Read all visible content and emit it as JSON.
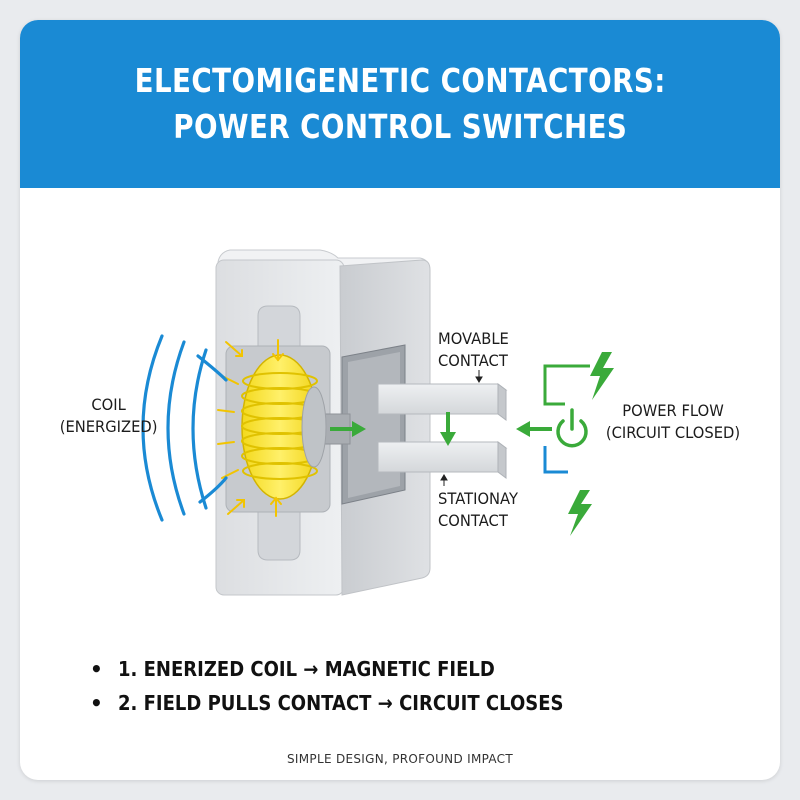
{
  "header": {
    "title_line1": "ELECTOMIGENETIC CONTACTORS:",
    "title_line2": "POWER CONTROL SWITCHES"
  },
  "labels": {
    "coil": [
      "COIL",
      "(ENERGIZED)"
    ],
    "movable_contact": [
      "MOVABLE",
      "CONTACT"
    ],
    "stationary_contact": [
      "STATIONAY",
      "CONTACT"
    ],
    "power_flow": [
      "POWER FLOW",
      "(CIRCUIT CLOSED)"
    ]
  },
  "steps": [
    "1. ENERIZED COIL → MAGNETIC FIELD",
    "2. FIELD PULLS CONTACT → CIRCUIT CLOSES"
  ],
  "footer": {
    "tagline": "SIMPLE DESIGN, PROFOUND IMPACT"
  },
  "colors": {
    "header_bg": "#1a8ad4",
    "field_lines": "#1a8ad4",
    "coil": "#f5e22a",
    "power_green": "#3aaa3a",
    "housing": "#e2e4e7"
  },
  "icons": [
    "power-icon",
    "lightning-bolt-icon",
    "arrow-icon"
  ]
}
